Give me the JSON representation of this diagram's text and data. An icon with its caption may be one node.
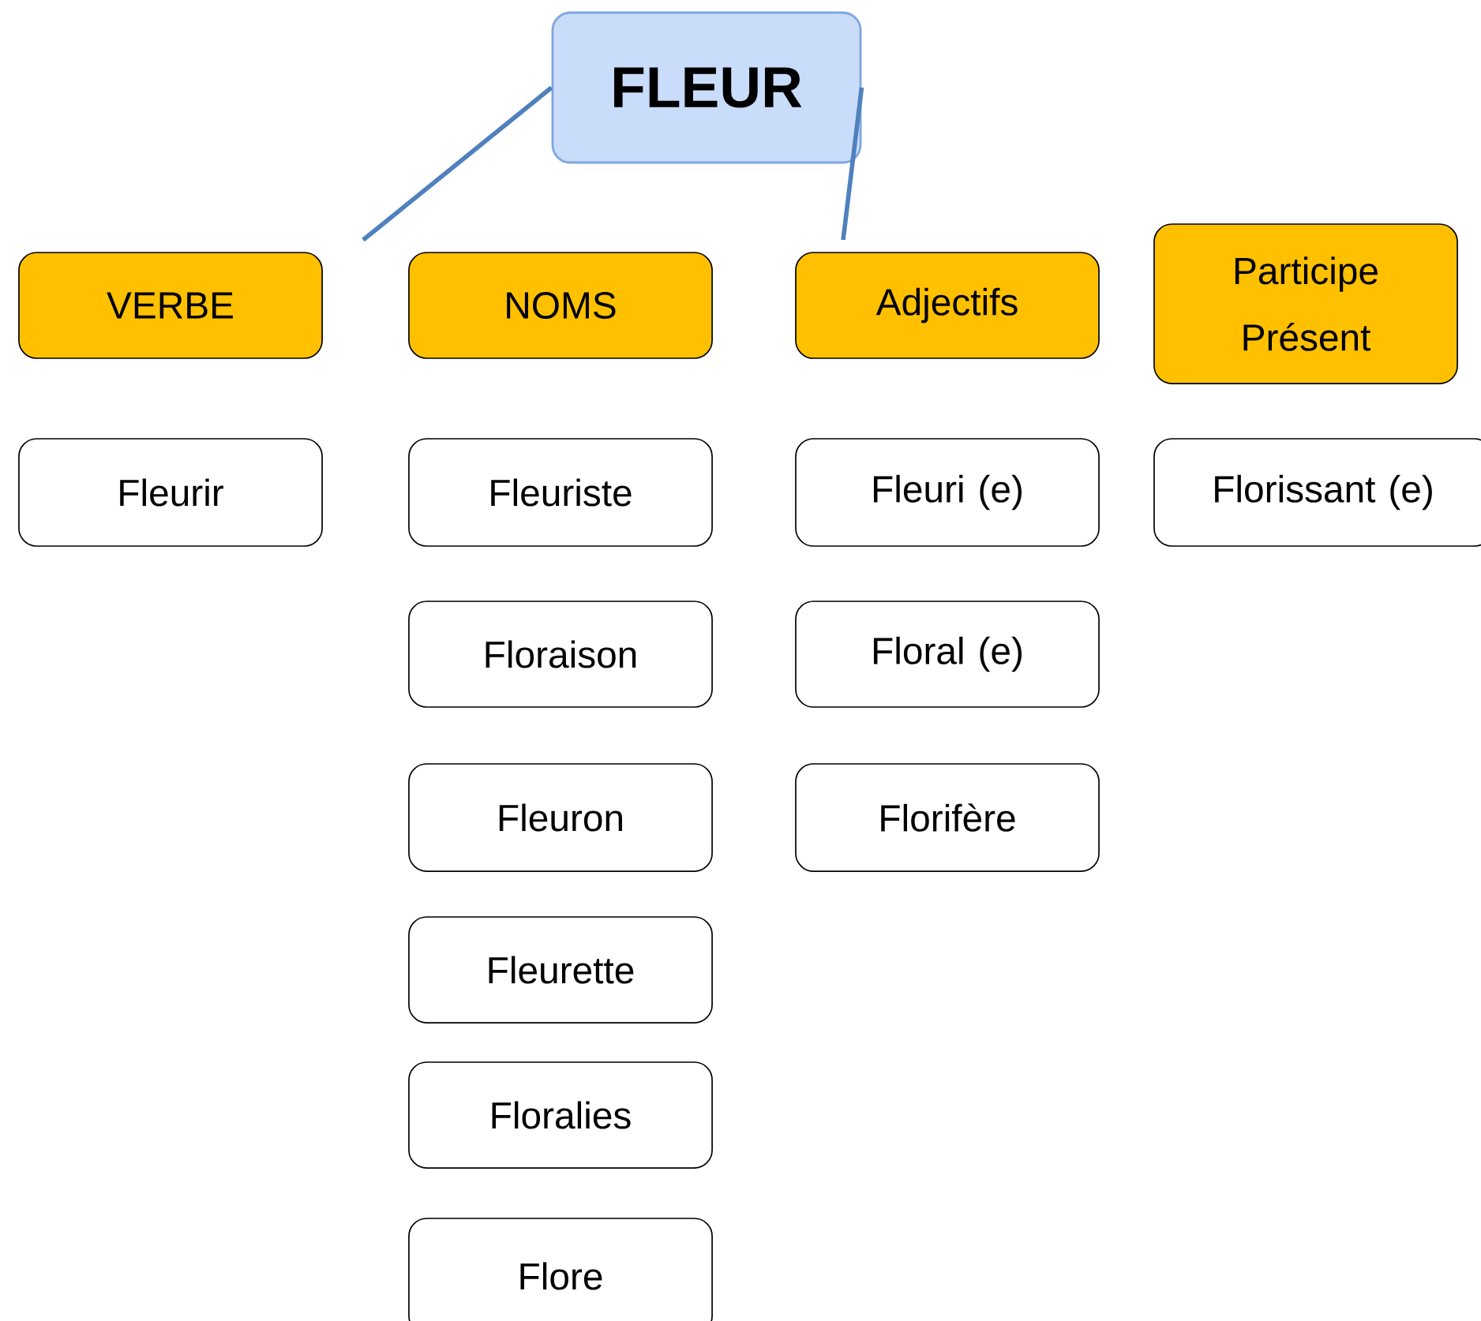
{
  "diagram": {
    "nodes": [
      {
        "text": [
          "FLEUR"
        ]
      },
      {
        "text": [
          "VERBE"
        ]
      },
      {
        "text": [
          "NOMS"
        ]
      },
      {
        "text": [
          "Adjectifs"
        ]
      },
      {
        "text": [
          "Participe Présent"
        ]
      },
      {
        "text": [
          "Fleurir"
        ]
      },
      {
        "text": [
          "Fleuriste"
        ]
      },
      {
        "text": [
          "Floraison"
        ]
      },
      {
        "text": [
          "Fleuron"
        ]
      },
      {
        "text": [
          "Fleurette"
        ]
      },
      {
        "text": [
          "Floralies"
        ]
      },
      {
        "text": [
          "Flore"
        ]
      },
      {
        "text": [
          "Fleuri (e)"
        ]
      },
      {
        "text": [
          "Floral (e)"
        ]
      },
      {
        "text": [
          "Florifère"
        ]
      },
      {
        "text": [
          "Florissant (e)"
        ]
      }
    ],
    "edges": [
      {
        "from": 0,
        "to": null,
        "arrow": "none"
      },
      {
        "from": 0,
        "to": 3,
        "arrow": "none"
      }
    ]
  }
}
